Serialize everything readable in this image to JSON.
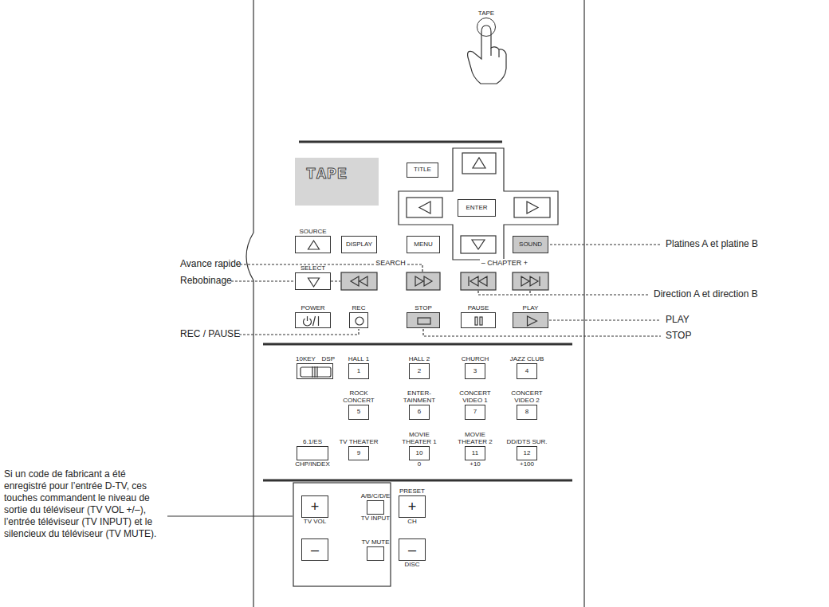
{
  "diagram": {
    "nodes": [
      {
        "text": [
          "TAPE"
        ]
      },
      {
        "text": [
          "TAPE"
        ]
      },
      {
        "text": [
          "TITLE"
        ]
      },
      {
        "text": [
          "ENTER"
        ]
      },
      {
        "text": [
          "SOURCE"
        ]
      },
      {
        "text": [
          "DISPLAY"
        ]
      },
      {
        "text": [
          "MENU"
        ]
      },
      {
        "text": [
          "SOUND"
        ]
      },
      {
        "text": [
          "SELECT"
        ]
      },
      {
        "text": [
          "POWER"
        ]
      },
      {
        "text": [
          "REC"
        ]
      },
      {
        "text": [
          "STOP"
        ]
      },
      {
        "text": [
          "PAUSE"
        ]
      },
      {
        "text": [
          "PLAY"
        ]
      },
      {
        "text": [
          "10KEY",
          "DSP"
        ]
      },
      {
        "text": [
          "HALL 1",
          "1"
        ]
      },
      {
        "text": [
          "HALL 2",
          "2"
        ]
      },
      {
        "text": [
          "CHURCH",
          "3"
        ]
      },
      {
        "text": [
          "JAZZ CLUB",
          "4"
        ]
      },
      {
        "text": [
          "ROCK CONCERT",
          "5"
        ]
      },
      {
        "text": [
          "ENTER- TAINMENT",
          "6"
        ]
      },
      {
        "text": [
          "CONCERT VIDEO 1",
          "7"
        ]
      },
      {
        "text": [
          "CONCERT VIDEO 2",
          "8"
        ]
      },
      {
        "text": [
          "6.1/ES",
          "CHP/INDEX"
        ]
      },
      {
        "text": [
          "TV THEATER",
          "9"
        ]
      },
      {
        "text": [
          "MOVIE THEATER 1",
          "10",
          "0"
        ]
      },
      {
        "text": [
          "MOVIE THEATER 2",
          "11",
          "+10"
        ]
      },
      {
        "text": [
          "DD/DTS SUR.",
          "12",
          "+100"
        ]
      },
      {
        "text": [
          "+",
          "TV VOL"
        ]
      },
      {
        "text": [
          "–"
        ]
      },
      {
        "text": [
          "A/B/C/D/E",
          "TV INPUT"
        ]
      },
      {
        "text": [
          "TV MUTE"
        ]
      },
      {
        "text": [
          "PRESET",
          "+",
          "CH"
        ]
      },
      {
        "text": [
          "–",
          "DISC"
        ]
      }
    ],
    "labels": [
      "SEARCH",
      "– CHAPTER +",
      "Avance rapide",
      "Rebobinage",
      "REC / PAUSE",
      "Platines A et platine B",
      "Direction A et direction B",
      "PLAY",
      "STOP",
      "Si un code de fabricant a été enregistré pour l’entrée D-TV, ces touches commandent le niveau de sortie du téléviseur (TV VOL +/–), l’entrée téléviseur (TV INPUT) et le silencieux du téléviseur (TV MUTE)."
    ]
  }
}
